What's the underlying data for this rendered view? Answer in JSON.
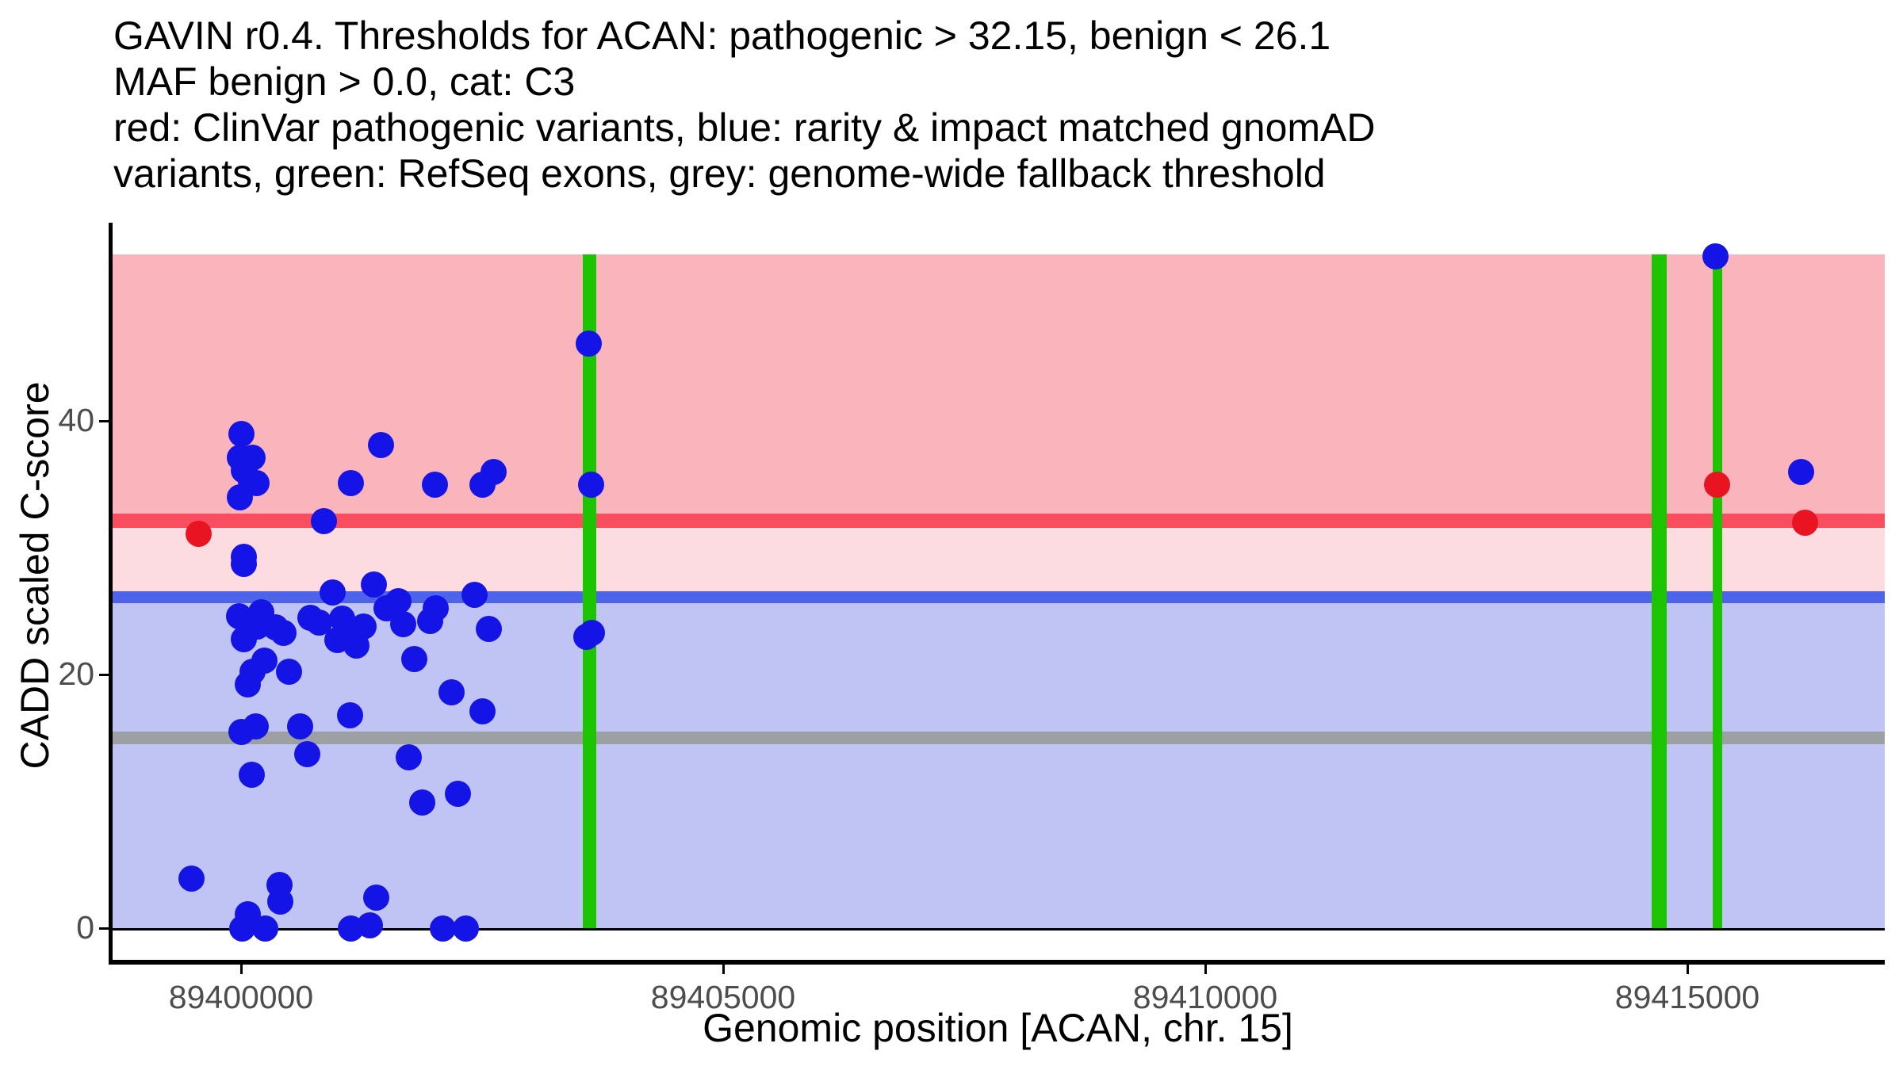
{
  "title": {
    "lines": [
      "GAVIN r0.4. Thresholds for ACAN: pathogenic > 32.15, benign < 26.1",
      "MAF benign > 0.0, cat: C3",
      "red: ClinVar pathogenic variants, blue: rarity & impact matched gnomAD",
      "variants, green: RefSeq exons, grey: genome-wide fallback threshold"
    ]
  },
  "axes": {
    "x_label": "Genomic position [ACAN, chr. 15]",
    "y_label": "CADD scaled C-score"
  },
  "colors": {
    "pathogenic_band": "#FAB4BB",
    "intermediate_band": "#FCDCE1",
    "benign_band": "#BFC4F4",
    "pathogenic_line": "#F94E60",
    "benign_line": "#4C63EA",
    "fallback_line": "#9DA0A2",
    "exon_green": "#1DC401",
    "point_blue": "#1414E6",
    "point_red": "#E81422",
    "axis_text": "#4d4d4d",
    "zero_line": "#000000"
  },
  "chart_data": {
    "type": "scatter",
    "title": "GAVIN r0.4. Thresholds for ACAN: pathogenic > 32.15, benign < 26.1; MAF benign > 0.0, cat: C3",
    "xlabel": "Genomic position [ACAN, chr. 15]",
    "ylabel": "CADD scaled C-score",
    "xlim": [
      89398650,
      89417050
    ],
    "ylim": [
      -2.6,
      55.6
    ],
    "grid": false,
    "legend": "none",
    "x_ticks": [
      {
        "value": 89400000,
        "label": "89400000"
      },
      {
        "value": 89405000,
        "label": "89405000"
      },
      {
        "value": 89410000,
        "label": "89410000"
      },
      {
        "value": 89415000,
        "label": "89415000"
      }
    ],
    "y_ticks": [
      {
        "value": 0,
        "label": "0"
      },
      {
        "value": 20,
        "label": "20"
      },
      {
        "value": 40,
        "label": "40"
      }
    ],
    "thresholds": {
      "pathogenic": 32.15,
      "benign": 26.1,
      "genome_wide_fallback": 15,
      "zero_baseline": 0,
      "band_top": 53.1
    },
    "refseq_exons": [
      {
        "start": 89403545,
        "end": 89403685
      },
      {
        "start": 89414630,
        "end": 89414786
      },
      {
        "start": 89415263,
        "end": 89415361
      }
    ],
    "series": [
      {
        "name": "rarity & impact matched gnomAD variants",
        "color_key": "point_blue",
        "points": [
          [
            89400000,
            39.0
          ],
          [
            89399990,
            37.1
          ],
          [
            89400120,
            37.1
          ],
          [
            89400030,
            36.1
          ],
          [
            89400100,
            35.2
          ],
          [
            89400160,
            35.1
          ],
          [
            89399990,
            34.0
          ],
          [
            89401450,
            38.1
          ],
          [
            89401140,
            35.1
          ],
          [
            89402010,
            35.0
          ],
          [
            89402620,
            36.0
          ],
          [
            89402500,
            35.0
          ],
          [
            89400860,
            32.1
          ],
          [
            89400030,
            29.3
          ],
          [
            89400030,
            28.7
          ],
          [
            89400950,
            26.5
          ],
          [
            89401380,
            27.1
          ],
          [
            89401630,
            25.8
          ],
          [
            89402420,
            26.3
          ],
          [
            89401510,
            25.2
          ],
          [
            89402020,
            25.2
          ],
          [
            89401960,
            24.2
          ],
          [
            89399980,
            24.6
          ],
          [
            89400210,
            24.9
          ],
          [
            89400030,
            22.8
          ],
          [
            89400170,
            23.8
          ],
          [
            89400360,
            23.7
          ],
          [
            89400440,
            23.3
          ],
          [
            89400720,
            24.5
          ],
          [
            89400810,
            24.1
          ],
          [
            89401050,
            24.4
          ],
          [
            89401090,
            23.7
          ],
          [
            89401270,
            23.8
          ],
          [
            89401000,
            22.7
          ],
          [
            89401200,
            22.3
          ],
          [
            89401680,
            24.0
          ],
          [
            89401800,
            21.2
          ],
          [
            89400240,
            21.1
          ],
          [
            89400120,
            20.2
          ],
          [
            89400500,
            20.2
          ],
          [
            89400070,
            19.2
          ],
          [
            89402570,
            23.6
          ],
          [
            89400000,
            15.5
          ],
          [
            89400150,
            15.9
          ],
          [
            89400610,
            15.9
          ],
          [
            89401130,
            16.8
          ],
          [
            89400690,
            13.7
          ],
          [
            89400110,
            12.1
          ],
          [
            89401740,
            13.5
          ],
          [
            89401880,
            9.9
          ],
          [
            89402250,
            10.6
          ],
          [
            89402180,
            18.6
          ],
          [
            89402500,
            17.1
          ],
          [
            89399490,
            3.9
          ],
          [
            89400400,
            3.4
          ],
          [
            89400410,
            2.1
          ],
          [
            89400070,
            1.1
          ],
          [
            89400010,
            0.0
          ],
          [
            89400250,
            0.0
          ],
          [
            89401140,
            0.0
          ],
          [
            89401340,
            0.2
          ],
          [
            89401400,
            2.4
          ],
          [
            89402090,
            0.0
          ],
          [
            89402330,
            0.0
          ],
          [
            89403610,
            46.1
          ],
          [
            89403630,
            35.0
          ],
          [
            89403580,
            23.0
          ],
          [
            89403640,
            23.3
          ],
          [
            89415290,
            53.0
          ],
          [
            89416180,
            36.0
          ]
        ]
      },
      {
        "name": "ClinVar pathogenic variants",
        "color_key": "point_red",
        "points": [
          [
            89399560,
            31.1
          ],
          [
            89415310,
            35.0
          ],
          [
            89416220,
            32.0
          ]
        ]
      }
    ]
  }
}
